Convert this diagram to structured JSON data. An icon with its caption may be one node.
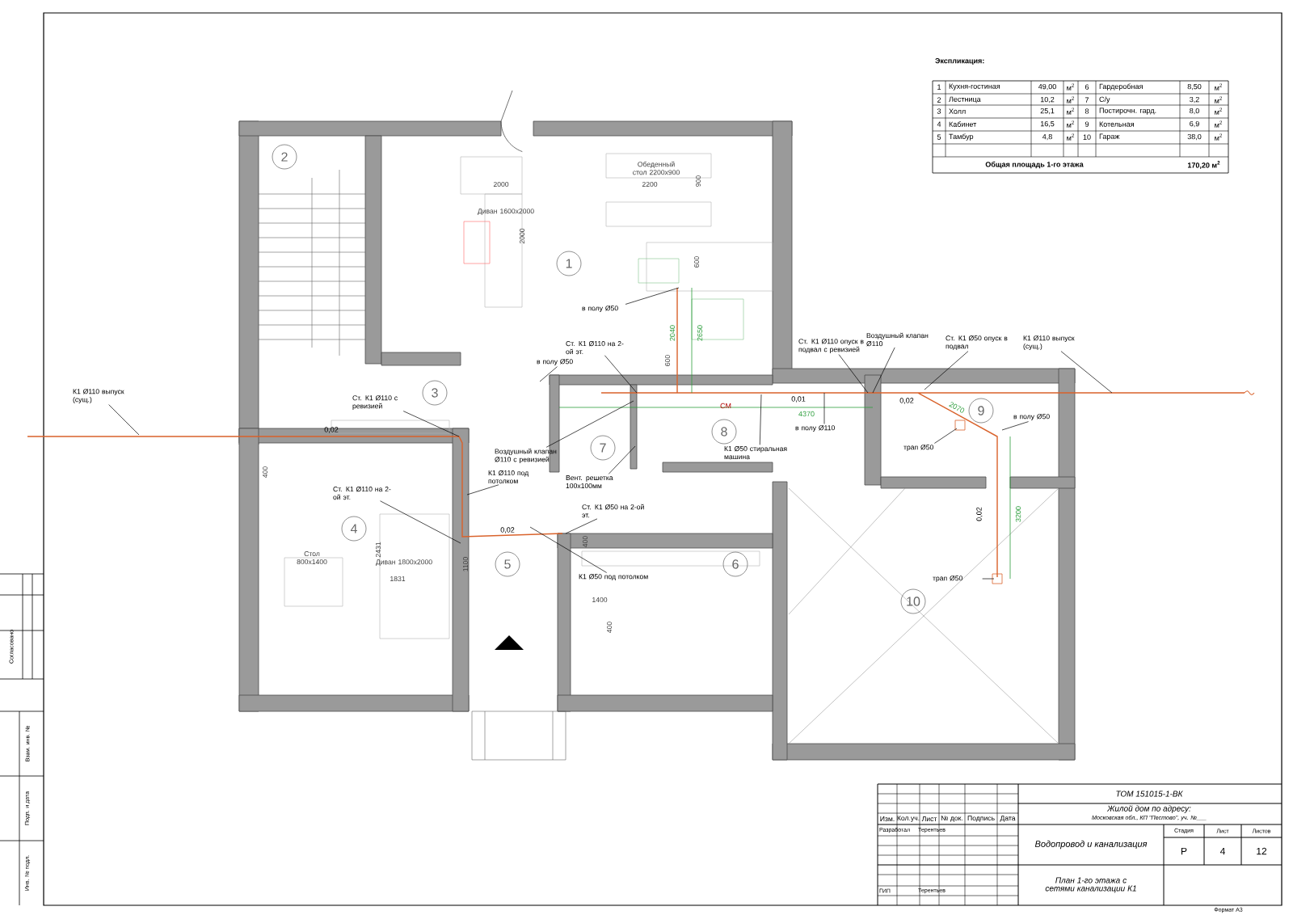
{
  "diagram": {
    "nodes": [
      {
        "text": [
          "1"
        ]
      },
      {
        "text": [
          "2"
        ]
      },
      {
        "text": [
          "3"
        ]
      },
      {
        "text": [
          "4"
        ]
      },
      {
        "text": [
          "5"
        ]
      },
      {
        "text": [
          "6"
        ]
      },
      {
        "text": [
          "7"
        ]
      },
      {
        "text": [
          "8"
        ]
      },
      {
        "text": [
          "9"
        ]
      },
      {
        "text": [
          "10"
        ]
      },
      {
        "text": [
          "в полу Ø50"
        ]
      },
      {
        "text": [
          "Ст. К1 Ø110 на 2-ой эт."
        ]
      },
      {
        "text": [
          "в полу Ø50"
        ]
      },
      {
        "text": [
          "Ст. К1 Ø110 с ревизией"
        ]
      },
      {
        "text": [
          "Воздушный клапан Ø110 с ревизией"
        ]
      },
      {
        "text": [
          "К1 Ø110 под потолком"
        ]
      },
      {
        "text": [
          "Вент. решетка 100х100мм"
        ]
      },
      {
        "text": [
          "Ст. К1 Ø110 на 2-ой эт."
        ]
      },
      {
        "text": [
          "Ст. К1 Ø50 на 2-ой эт."
        ]
      },
      {
        "text": [
          "К1 Ø50 под потолком"
        ]
      },
      {
        "text": [
          "в полу Ø110"
        ]
      },
      {
        "text": [
          "К1 Ø50 стиральная машина"
        ]
      },
      {
        "text": [
          "Ст. К1 Ø110 опуск в подвал с ревизией"
        ]
      },
      {
        "text": [
          "Воздушный клапан Ø110"
        ]
      },
      {
        "text": [
          "Ст. К1 Ø50 опуск в подвал"
        ]
      },
      {
        "text": [
          "К1 Ø110 выпуск (сущ.)"
        ]
      },
      {
        "text": [
          "в полу Ø50"
        ]
      },
      {
        "text": [
          "трап Ø50"
        ]
      },
      {
        "text": [
          "трап Ø50"
        ]
      },
      {
        "text": [
          "К1 Ø110 выпуск (сущ.)"
        ]
      }
    ],
    "edges": [
      {
        "from": 10,
        "to": null,
        "arrow": "none"
      },
      {
        "from": 11,
        "to": null,
        "arrow": "none"
      },
      {
        "from": 12,
        "to": null,
        "arrow": "none"
      },
      {
        "from": 13,
        "to": null,
        "arrow": "none"
      },
      {
        "from": 14,
        "to": null,
        "arrow": "none"
      },
      {
        "from": 15,
        "to": null,
        "arrow": "none"
      },
      {
        "from": 16,
        "to": null,
        "arrow": "none"
      },
      {
        "from": 17,
        "to": null,
        "arrow": "none"
      },
      {
        "from": 18,
        "to": null,
        "arrow": "none"
      },
      {
        "from": 19,
        "to": null,
        "arrow": "none"
      },
      {
        "from": 20,
        "to": null,
        "arrow": "none"
      },
      {
        "from": 21,
        "to": null,
        "arrow": "none"
      },
      {
        "from": 22,
        "to": null,
        "arrow": "none"
      },
      {
        "from": 23,
        "to": null,
        "arrow": "none"
      },
      {
        "from": 24,
        "to": null,
        "arrow": "none"
      },
      {
        "from": 25,
        "to": null,
        "arrow": "none"
      },
      {
        "from": 26,
        "to": null,
        "arrow": "none"
      },
      {
        "from": 27,
        "to": null,
        "arrow": "none"
      },
      {
        "from": 28,
        "to": null,
        "arrow": "none"
      },
      {
        "from": 29,
        "to": null,
        "arrow": "none"
      }
    ],
    "labels": [
      "Экспликация:",
      "1",
      "Кухня-гостиная",
      "49,00",
      "м$^{2}$",
      "6",
      "Гардеробная",
      "8,50",
      "м$^{2}$",
      "2",
      "Лестница",
      "10,2",
      "м$^{2}$",
      "7",
      "С/у",
      "3,2",
      "м$^{2}$",
      "3",
      "Холл",
      "25,1",
      "м$^{2}$",
      "8",
      "Постирочн. гард.",
      "8,0",
      "м$^{2}$",
      "4",
      "Кабинет",
      "16,5",
      "м$^{2}$",
      "9",
      "Котельная",
      "6,9",
      "м$^{2}$",
      "5",
      "Тамбур",
      "4,8",
      "м$^{2}$",
      "10",
      "Гараж",
      "38,0",
      "м$^{2}$",
      "Общая площадь 1-го этажа",
      "170,20 м$^{2}$",
      "ТОМ 151015-1-ВК",
      "Жилой дом по адресу:",
      "Изм.",
      "Кол.уч.",
      "Лист",
      "№ док.",
      "Подпись",
      "Дата",
      "Московская обл., КП \"Пестово\", уч. №___",
      "Разработал",
      "Терентьев",
      "Водопровод и канализация",
      "Стадия",
      "Лист",
      "Листов",
      "Р",
      "4",
      "12",
      "ГИП",
      "Терентьев",
      "План 1-го этажа с сетями канализации К1",
      "Формат А3",
      "Согласовано",
      "Взам. инв. №",
      "Подп. и дата",
      "Инв. № подл.",
      "0,02",
      "0,02",
      "0,01",
      "0,02",
      "0,02",
      "2040",
      "2650",
      "4370",
      "2070",
      "3200",
      "СМ",
      "Диван 1600х2000",
      "Обеденный стол 2200х900",
      "2000",
      "2000",
      "2200",
      "900",
      "600",
      "600",
      "Стол 800х1400",
      "Диван 1800х2000",
      "2431",
      "1831",
      "400",
      "1100",
      "400",
      "1400",
      "400"
    ]
  }
}
